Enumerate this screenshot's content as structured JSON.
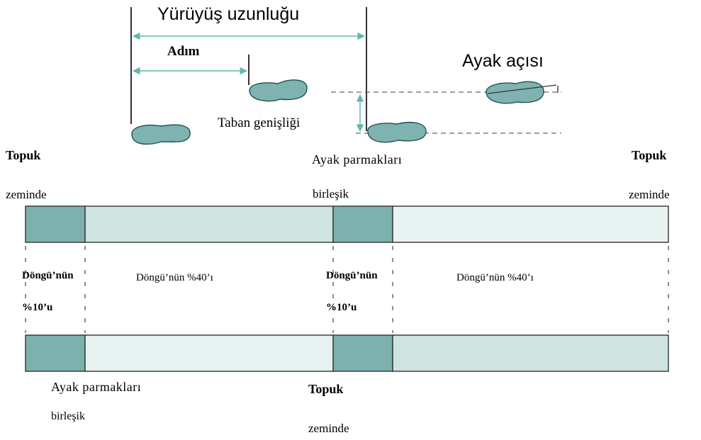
{
  "colors": {
    "footprint_fill": "#7fb3b1",
    "footprint_stroke": "#1f4f4f",
    "segment_dark": "#7db1ad",
    "segment_mid": "#cfe4e1",
    "segment_light": "#e8f3f1",
    "line": "#333333",
    "arrow": "#62b8ac",
    "dashed": "#666666"
  },
  "top": {
    "stride_length": "Yürüyüş uzunluğu",
    "step": "Adım",
    "base_width": "Taban genişliği",
    "foot_angle": "Ayak açısı"
  },
  "timeline": {
    "left_heel_1": "Topuk",
    "left_heel_2": "zeminde",
    "mid_toes_1": "Ayak parmakları",
    "mid_toes_2": "birleşik",
    "right_heel_1": "Topuk",
    "right_heel_2": "zeminde",
    "seg1_1": "Döngü’nün",
    "seg1_2": "%10’u",
    "seg2": "Döngü’nün %40’ı",
    "seg3_1": "Döngü’nün",
    "seg3_2": "%10’u",
    "seg4": "Döngü’nün %40’ı",
    "bottom_toes_1": "Ayak parmakları",
    "bottom_toes_2": "birleşik",
    "bottom_heel_1": "Topuk",
    "bottom_heel_2": "zeminde"
  }
}
